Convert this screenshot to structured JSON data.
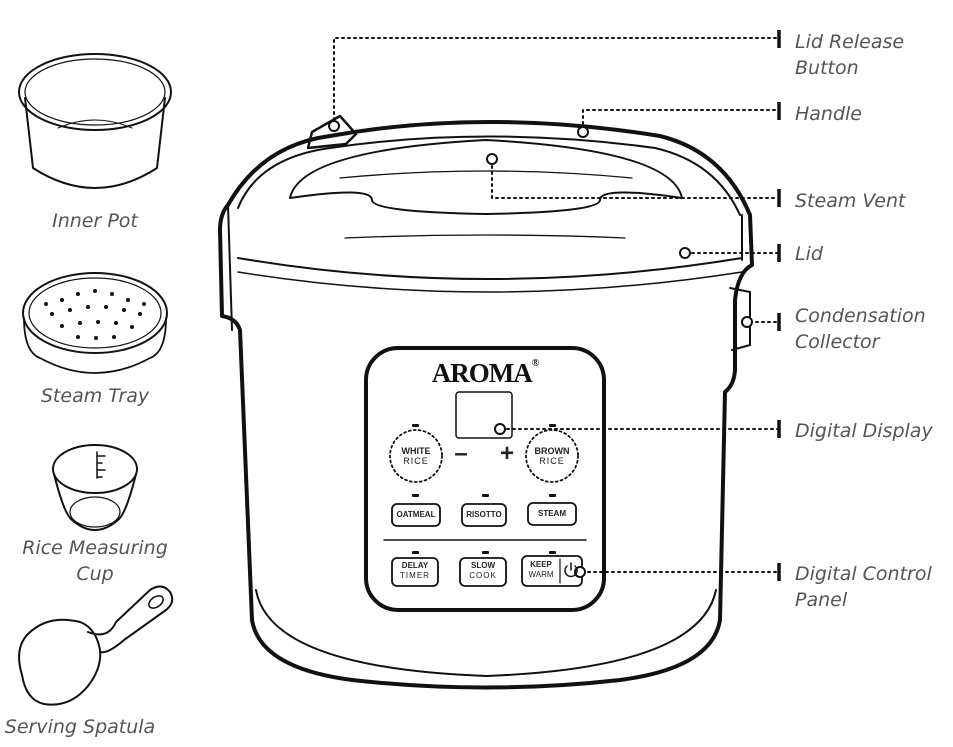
{
  "accessories": [
    {
      "id": "inner-pot",
      "label": "Inner Pot"
    },
    {
      "id": "steam-tray",
      "label": "Steam Tray"
    },
    {
      "id": "measuring-cup",
      "label_lines": [
        "Rice Measuring",
        "Cup"
      ]
    },
    {
      "id": "spatula",
      "label": "Serving Spatula"
    }
  ],
  "callouts": [
    {
      "id": "lid-release",
      "lines": [
        "Lid Release",
        "Button"
      ]
    },
    {
      "id": "handle",
      "lines": [
        "Handle"
      ]
    },
    {
      "id": "steam-vent",
      "lines": [
        "Steam Vent"
      ]
    },
    {
      "id": "lid",
      "lines": [
        "Lid"
      ]
    },
    {
      "id": "condensation",
      "lines": [
        "Condensation",
        "Collector"
      ]
    },
    {
      "id": "display",
      "lines": [
        "Digital Display"
      ]
    },
    {
      "id": "control-panel",
      "lines": [
        "Digital Control",
        "Panel"
      ]
    }
  ],
  "panel": {
    "brand": "AROMA",
    "trademark": "®",
    "white_rice": [
      "WHITE",
      "RICE"
    ],
    "brown_rice": [
      "BROWN",
      "RICE"
    ],
    "minus": "–",
    "plus": "+",
    "oatmeal": "OATMEAL",
    "risotto": "RISOTTO",
    "steam": "STEAM",
    "delay_timer": [
      "DELAY",
      "TIMER"
    ],
    "slow_cook": [
      "SLOW",
      "COOK"
    ],
    "keep_warm": [
      "KEEP",
      "WARM"
    ],
    "power_icon": "power-icon"
  },
  "colors": {
    "line": "#111111",
    "text": "#555555"
  }
}
